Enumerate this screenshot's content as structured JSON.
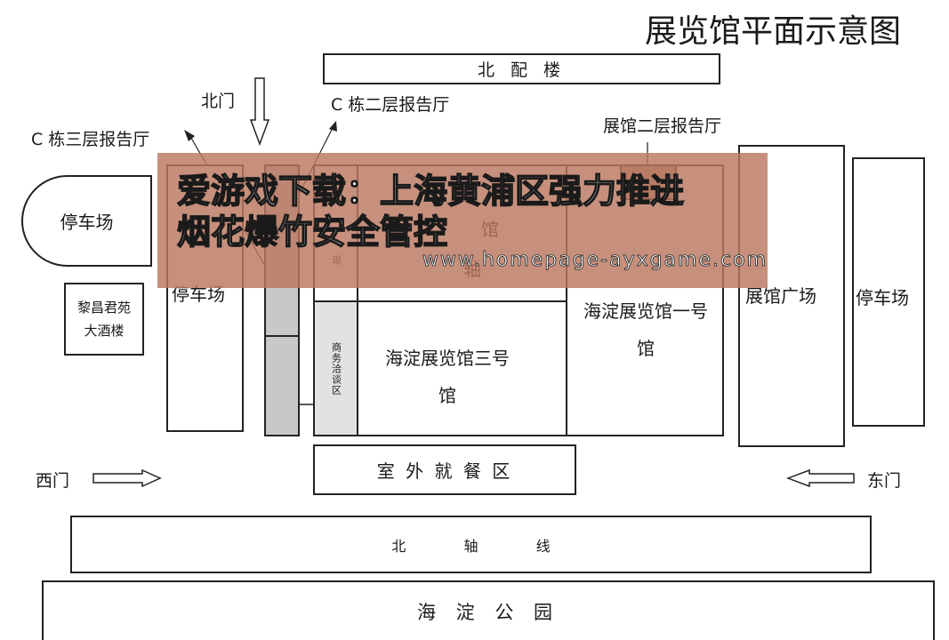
{
  "map": {
    "title": "展览馆平面示意图",
    "north_building": "北 配 楼",
    "north_gate": "北门",
    "west_gate": "西门",
    "east_gate": "东门",
    "c_third_floor_hall": "C 栋三层报告厅",
    "c_second_floor_hall": "C 栋二层报告厅",
    "exhibit_second_floor_hall": "展馆二层报告厅",
    "parking_left_round": "停车场",
    "parking_left_rect": "停车场",
    "parking_right": "停车场",
    "hotel": "黎昌君苑大酒楼",
    "hall_partial": "馆",
    "hall_partial_2": "轴",
    "side_vertical_label": "观",
    "business_area": "商务洽谈区",
    "hall_three": "海淀展览馆三号馆",
    "hall_one": "海淀展览馆一号馆",
    "exhibit_plaza": "展馆广场",
    "outdoor_dining": "室 外 就 餐 区",
    "north_axis": "北 轴 线",
    "park": "海 淀 公 园"
  },
  "overlay": {
    "headline_line1": "爱游戏下载：上海黄浦区强力推进",
    "headline_line2": "烟花爆竹安全管控",
    "url": "www.homepage-ayxgame.com"
  },
  "colors": {
    "banner": "#ba785f",
    "line": "#222222",
    "gray_block": "#c8c8c8",
    "light_gray_block": "#e2e2e2"
  }
}
